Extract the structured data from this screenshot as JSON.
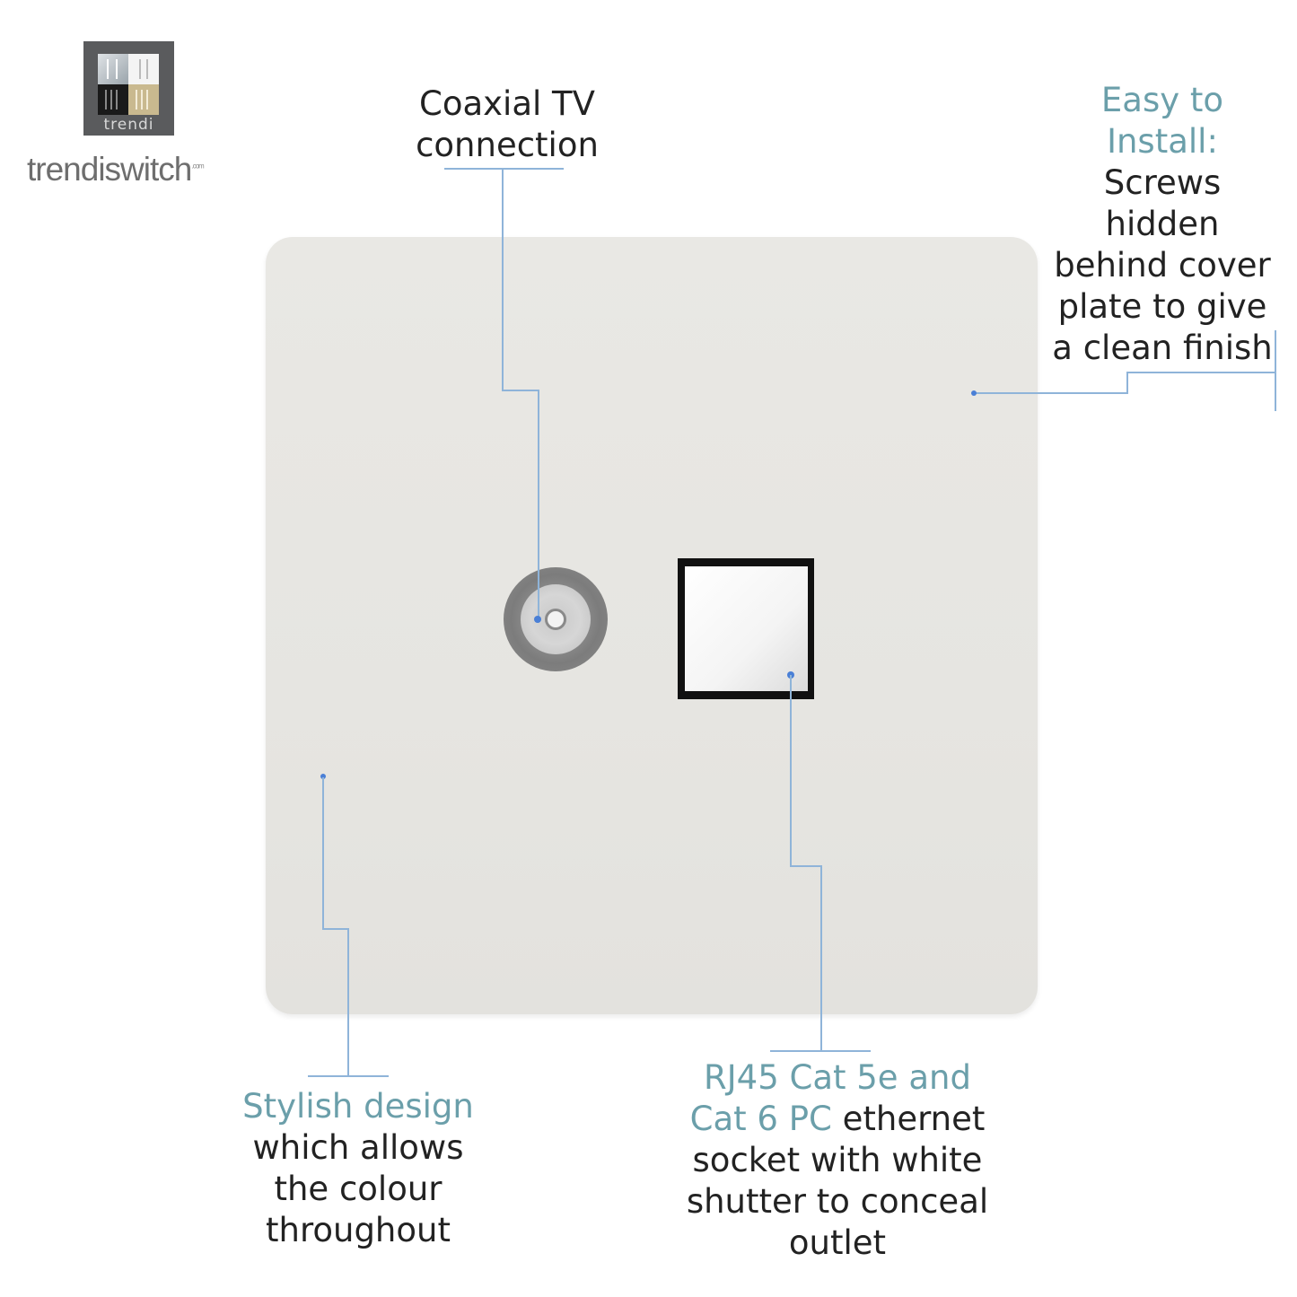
{
  "logo": {
    "badge_text": "trendi",
    "brand_text": "trendiswitch",
    "brand_suffix": ".com"
  },
  "callouts": {
    "coax": {
      "line1": "Coaxial TV",
      "line2": "connection"
    },
    "install": {
      "heading_line1": "Easy to",
      "heading_line2": "Install:",
      "line1": "Screws",
      "line2": "hidden",
      "line3": "behind cover",
      "line4": "plate to give",
      "line5": "a clean finish"
    },
    "design": {
      "heading": "Stylish design",
      "line1": "which allows",
      "line2": "the colour",
      "line3": "throughout"
    },
    "rj45": {
      "heading_line1": "RJ45 Cat 5e and",
      "heading_line2": "Cat 6 PC",
      "line2_rest": " ethernet",
      "line3": "socket with white",
      "line4": "shutter to conceal",
      "line5": "outlet"
    }
  },
  "colors": {
    "accent_text": "#6b9faa",
    "leader_line": "#8fb4d9",
    "plate": "#e7e6e2"
  }
}
